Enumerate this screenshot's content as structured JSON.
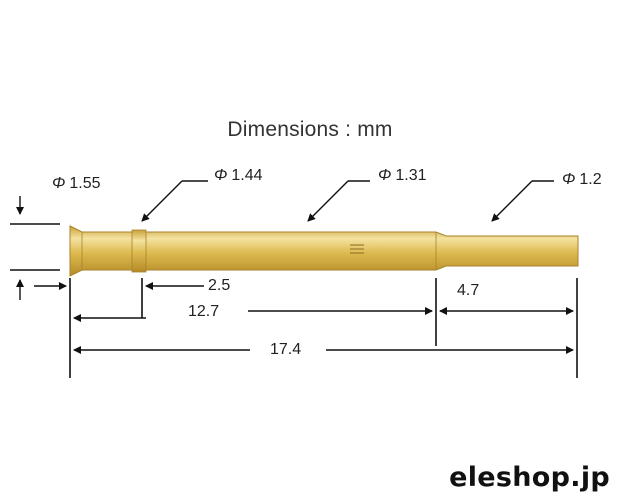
{
  "title": "Dimensions : mm",
  "diameters": [
    {
      "symbol": "Φ",
      "value": "1.55"
    },
    {
      "symbol": "Φ",
      "value": "1.44"
    },
    {
      "symbol": "Φ",
      "value": "1.31"
    },
    {
      "symbol": "Φ",
      "value": "1.2"
    }
  ],
  "lengths": [
    "2.5",
    "12.7",
    "4.7",
    "17.4"
  ],
  "brand": "eleshop.jp",
  "colors": {
    "pin_gold": "#d9b548",
    "pin_highlight": "#f4e2a0",
    "line": "#111111"
  }
}
